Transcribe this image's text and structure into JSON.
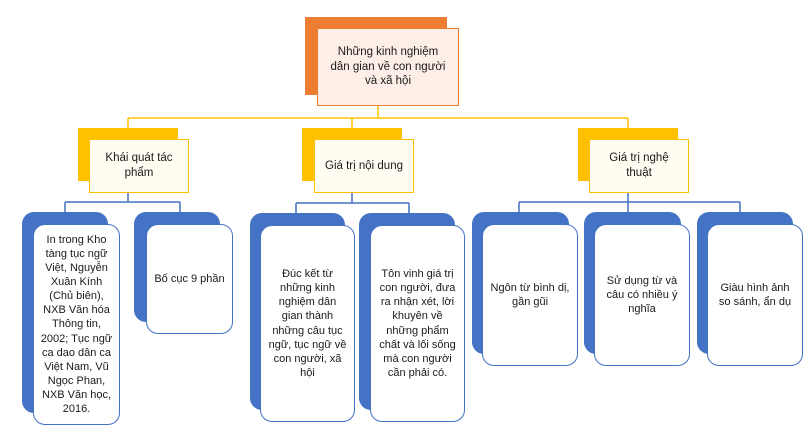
{
  "root": {
    "label": "Những kinh nghiệm dân gian về con người và xã hội"
  },
  "branches": [
    {
      "label": "Khái quát tác phẩm",
      "children": [
        {
          "label": "In trong Kho tàng tục ngữ Việt, Nguyễn Xuân Kính (Chủ biên), NXB Văn hóa Thông tin, 2002; Tục ngữ ca dao dân ca Việt Nam, Vũ Ngọc Phan, NXB Văn học, 2016."
        },
        {
          "label": "Bố cục 9 phần"
        }
      ]
    },
    {
      "label": "Giá trị nội dung",
      "children": [
        {
          "label": "Đúc kết từ những kinh nghiệm dân gian thành những câu tục ngữ, tục ngữ về con người, xã hội"
        },
        {
          "label": "Tôn vinh giá trị con người, đưa ra nhận xét, lời khuyên về những phẩm chất và lối sống mà con người cần phải có."
        }
      ]
    },
    {
      "label": "Giá trị nghệ thuật",
      "children": [
        {
          "label": "Ngôn từ bình dị, gần gũi"
        },
        {
          "label": "Sử dụng từ và câu có nhiều ý nghĩa"
        },
        {
          "label": "Giàu hình ảnh so sánh, ẩn dụ"
        }
      ]
    }
  ],
  "colors": {
    "root_border": "#ED7D31",
    "root_fill": "#FDEFE7",
    "level1_border": "#FFC000",
    "level1_fill": "#FFFDF2",
    "level2_border": "#4472C4",
    "level2_fill": "#FFFFFF"
  }
}
